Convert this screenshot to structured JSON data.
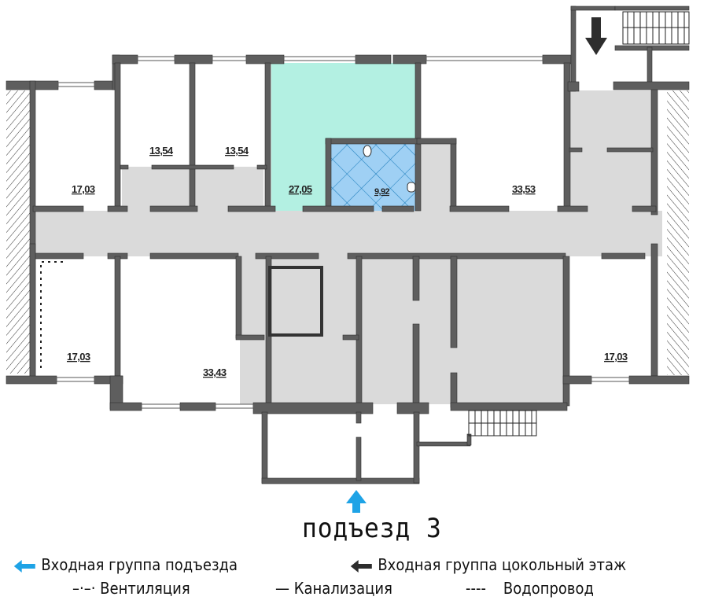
{
  "colors": {
    "wall": "#5e5e5e",
    "wall_edge": "#2f2f2f",
    "corridor": "#dadada",
    "highlight_room": "#b3f0e2",
    "bathroom": "#9fd0f4",
    "bathroom_grid": "#2a86c2",
    "entrance_arrow": "#1ea3e6",
    "basement_arrow": "#2d2d2d",
    "hatch": "#333333"
  },
  "plan": {
    "title": "подъезд 3",
    "rooms": [
      {
        "id": "room-top-left",
        "area": "17,03"
      },
      {
        "id": "room-top-2",
        "area": "13,54"
      },
      {
        "id": "room-top-3",
        "area": "13,54"
      },
      {
        "id": "room-highlighted",
        "area": "27,05"
      },
      {
        "id": "bathroom",
        "area": "9,92"
      },
      {
        "id": "room-top-right",
        "area": "33,53"
      },
      {
        "id": "room-bottom-left",
        "area": "17,03"
      },
      {
        "id": "room-bottom-2",
        "area": "33,43"
      },
      {
        "id": "room-bottom-right",
        "area": "17,03"
      }
    ]
  },
  "legend": {
    "entrance_group": {
      "icon": "blue-left-arrow-icon",
      "label": "Входная группа подъезда"
    },
    "basement_entrance": {
      "icon": "black-left-arrow-icon",
      "label": "Входная группа цокольный этаж"
    },
    "ventilation": {
      "symbol": "–·–·",
      "label": "Вентиляция"
    },
    "sewage": {
      "symbol": "—",
      "label": "Канализация"
    },
    "water": {
      "symbol": "----",
      "label": "Водопровод"
    }
  }
}
